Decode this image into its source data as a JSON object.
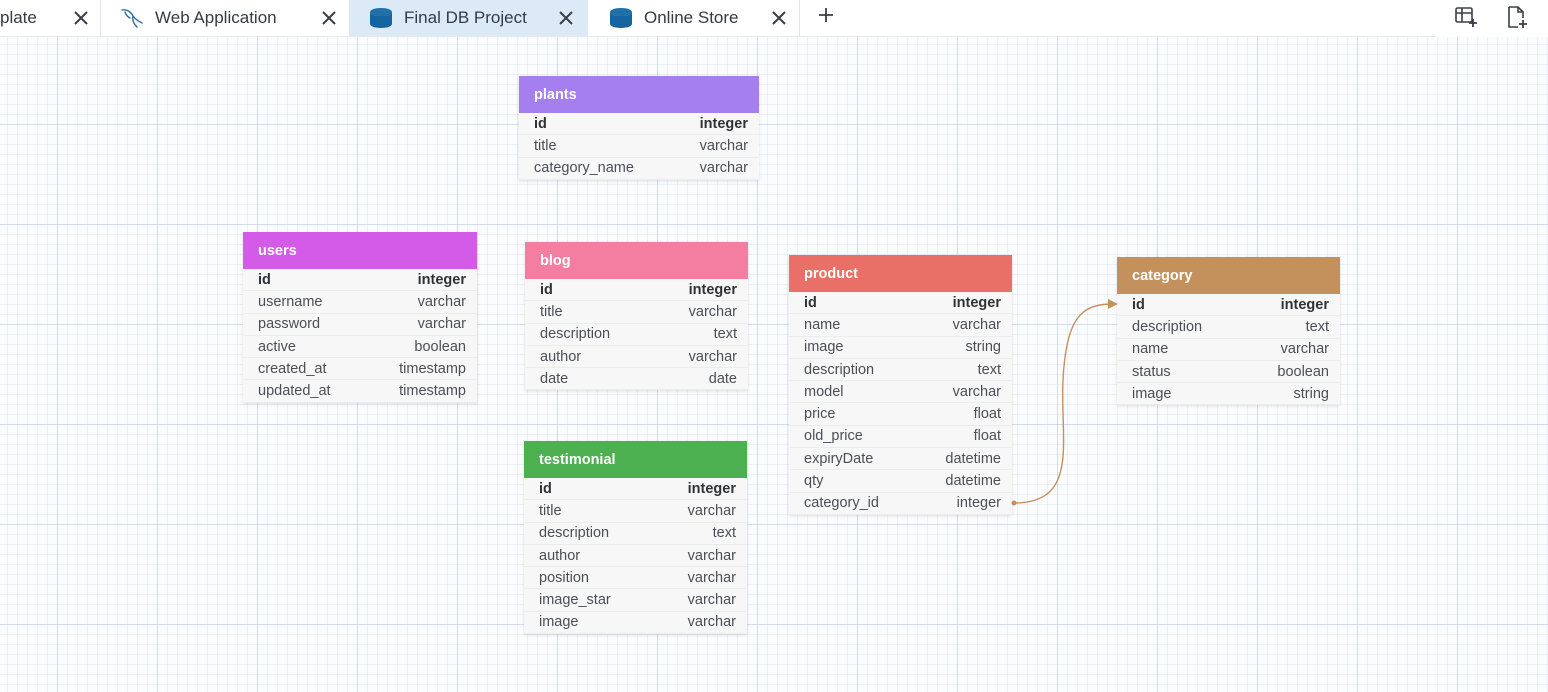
{
  "tabs": [
    {
      "label": "plate",
      "icon": "none",
      "active": false
    },
    {
      "label": "Web Application",
      "icon": "mysql-dolphin-icon",
      "active": false
    },
    {
      "label": "Final DB Project",
      "icon": "database-icon",
      "active": true
    },
    {
      "label": "Online Store",
      "icon": "database-icon",
      "active": false
    }
  ],
  "toolbar": {
    "add_tab_icon": "plus-icon",
    "add_table_icon": "table-plus-icon",
    "new_file_icon": "file-plus-icon"
  },
  "tables": [
    {
      "name": "plants",
      "color": "#a57ef0",
      "columns": [
        {
          "name": "id",
          "type": "integer",
          "pk": true
        },
        {
          "name": "title",
          "type": "varchar"
        },
        {
          "name": "category_name",
          "type": "varchar"
        }
      ]
    },
    {
      "name": "users",
      "color": "#d35be8",
      "columns": [
        {
          "name": "id",
          "type": "integer",
          "pk": true
        },
        {
          "name": "username",
          "type": "varchar"
        },
        {
          "name": "password",
          "type": "varchar"
        },
        {
          "name": "active",
          "type": "boolean"
        },
        {
          "name": "created_at",
          "type": "timestamp"
        },
        {
          "name": "updated_at",
          "type": "timestamp"
        }
      ]
    },
    {
      "name": "blog",
      "color": "#f37ea2",
      "columns": [
        {
          "name": "id",
          "type": "integer",
          "pk": true
        },
        {
          "name": "title",
          "type": "varchar"
        },
        {
          "name": "description",
          "type": "text"
        },
        {
          "name": "author",
          "type": "varchar"
        },
        {
          "name": "date",
          "type": "date"
        }
      ]
    },
    {
      "name": "product",
      "color": "#e87066",
      "columns": [
        {
          "name": "id",
          "type": "integer",
          "pk": true
        },
        {
          "name": "name",
          "type": "varchar"
        },
        {
          "name": "image",
          "type": "string"
        },
        {
          "name": "description",
          "type": "text"
        },
        {
          "name": "model",
          "type": "varchar"
        },
        {
          "name": "price",
          "type": "float"
        },
        {
          "name": "old_price",
          "type": "float"
        },
        {
          "name": "expiryDate",
          "type": "datetime"
        },
        {
          "name": "qty",
          "type": "datetime"
        },
        {
          "name": "category_id",
          "type": "integer"
        }
      ]
    },
    {
      "name": "category",
      "color": "#c4915d",
      "columns": [
        {
          "name": "id",
          "type": "integer",
          "pk": true
        },
        {
          "name": "description",
          "type": "text"
        },
        {
          "name": "name",
          "type": "varchar"
        },
        {
          "name": "status",
          "type": "boolean"
        },
        {
          "name": "image",
          "type": "string"
        }
      ]
    },
    {
      "name": "testimonial",
      "color": "#4caf50",
      "columns": [
        {
          "name": "id",
          "type": "integer",
          "pk": true
        },
        {
          "name": "title",
          "type": "varchar"
        },
        {
          "name": "description",
          "type": "text"
        },
        {
          "name": "author",
          "type": "varchar"
        },
        {
          "name": "position",
          "type": "varchar"
        },
        {
          "name": "image_star",
          "type": "varchar"
        },
        {
          "name": "image",
          "type": "varchar"
        }
      ]
    }
  ],
  "relations": [
    {
      "from_table": "product",
      "from_column": "category_id",
      "to_table": "category",
      "to_column": "id",
      "color": "#c4915d"
    }
  ]
}
